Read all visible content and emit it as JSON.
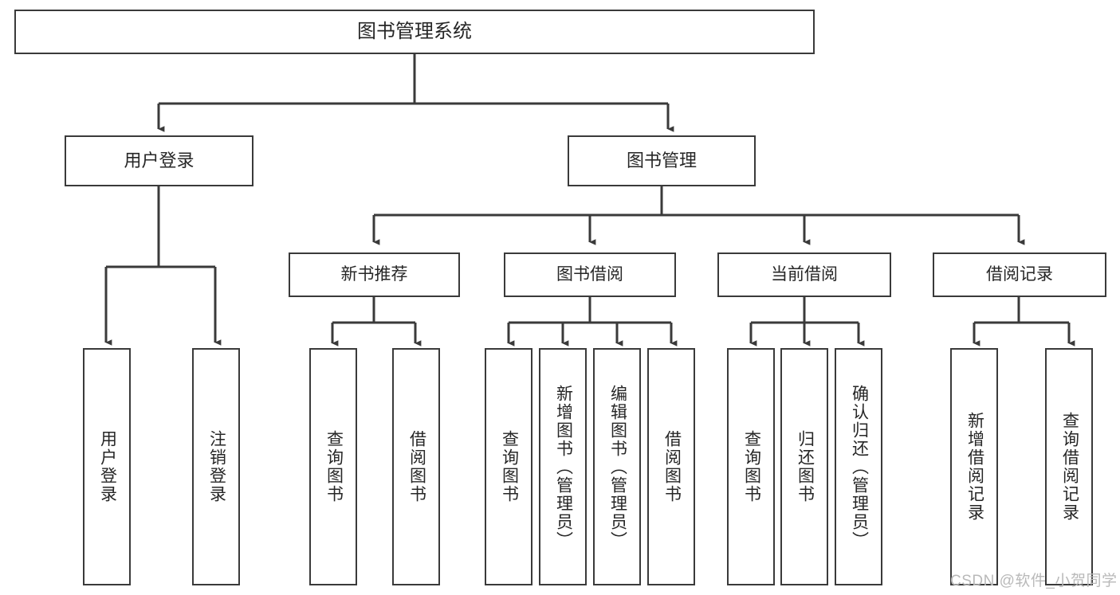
{
  "diagram": {
    "title": "图书管理系统",
    "type": "tree-hierarchy-chart",
    "colors": {
      "box_border": "#3a3a3a",
      "box_fill": "#ffffff",
      "edge": "#3a3a3a",
      "text": "#262626",
      "watermark": "#b9b9b9",
      "canvas": "#ffffff"
    },
    "root": {
      "label": "图书管理系统"
    },
    "level2": [
      {
        "label": "用户登录"
      },
      {
        "label": "图书管理"
      }
    ],
    "level3": [
      {
        "label": "新书推荐"
      },
      {
        "label": "图书借阅"
      },
      {
        "label": "当前借阅"
      },
      {
        "label": "借阅记录"
      }
    ],
    "leaves": {
      "user_login": [
        {
          "label": "用户登录"
        },
        {
          "label": "注销登录"
        }
      ],
      "new_book_recommend": [
        {
          "label": "查询图书"
        },
        {
          "label": "借阅图书"
        }
      ],
      "book_borrow": [
        {
          "label": "查询图书"
        },
        {
          "label": "新增图书（管理员）"
        },
        {
          "label": "编辑图书（管理员）"
        },
        {
          "label": "借阅图书"
        }
      ],
      "current_borrow": [
        {
          "label": "查询图书"
        },
        {
          "label": "归还图书"
        },
        {
          "label": "确认归还（管理员）"
        }
      ],
      "borrow_record": [
        {
          "label": "新增借阅记录"
        },
        {
          "label": "查询借阅记录"
        }
      ]
    },
    "watermark": "CSDN @软件_小贺同学"
  }
}
